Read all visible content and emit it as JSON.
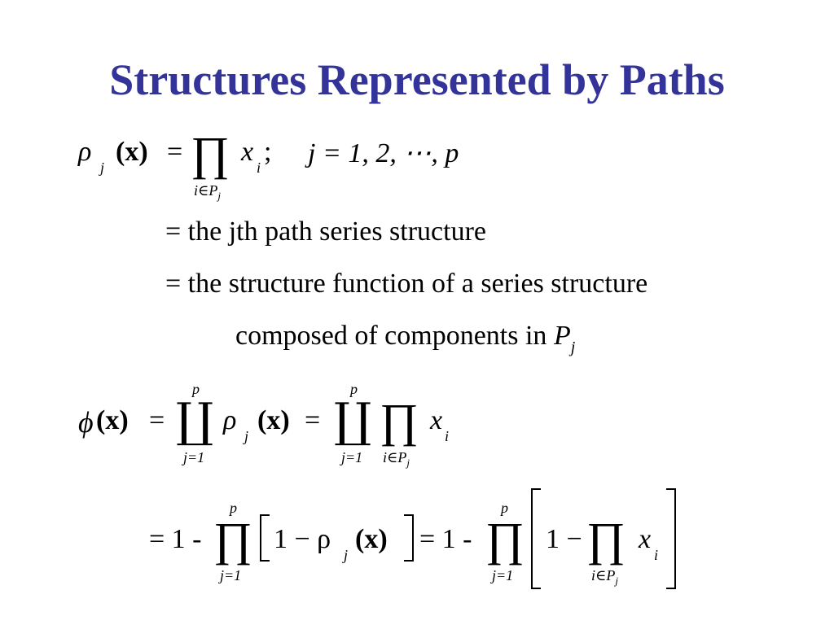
{
  "slide": {
    "title": "Structures Represented by Paths",
    "eq1": {
      "lhs": "ρ",
      "lhs_sub": "j",
      "arg": "(x)",
      "eq": "=",
      "prod": "∏",
      "prod_under": "i∈P",
      "prod_under_sub": "j",
      "term": "x",
      "term_sub": "i",
      "semi": ";",
      "range": "j = 1, 2, ⋯, p"
    },
    "line2": "= the jth path series structure",
    "line3": "= the structure function of a series structure",
    "line4_text": "composed of components in",
    "line4_var": "P",
    "line4_sub": "j",
    "eq2": {
      "phi": "ϕ",
      "arg": "(x)",
      "eq": "=",
      "coprod": "∐",
      "over": "p",
      "under": "j=1",
      "rho": "ρ",
      "rho_sub": "j",
      "arg2": "(x)",
      "eq2": "=",
      "coprod2": "∐",
      "over2": "p",
      "under2": "j=1",
      "prod": "∏",
      "prod_under": "i∈P",
      "prod_under_sub": "j",
      "term": "x",
      "term_sub": "i"
    },
    "eq3": {
      "lead": "= 1 -",
      "prod": "∏",
      "over": "p",
      "under": "j=1",
      "inner": "1 − ρ",
      "inner_sub": "j",
      "inner_arg": "(x)",
      "mid": "= 1 -",
      "prod2": "∏",
      "over2": "p",
      "under2": "j=1",
      "inner2": "1 −",
      "prod3": "∏",
      "prod3_under": "i∈P",
      "prod3_under_sub": "j",
      "term": "x",
      "term_sub": "i"
    }
  }
}
